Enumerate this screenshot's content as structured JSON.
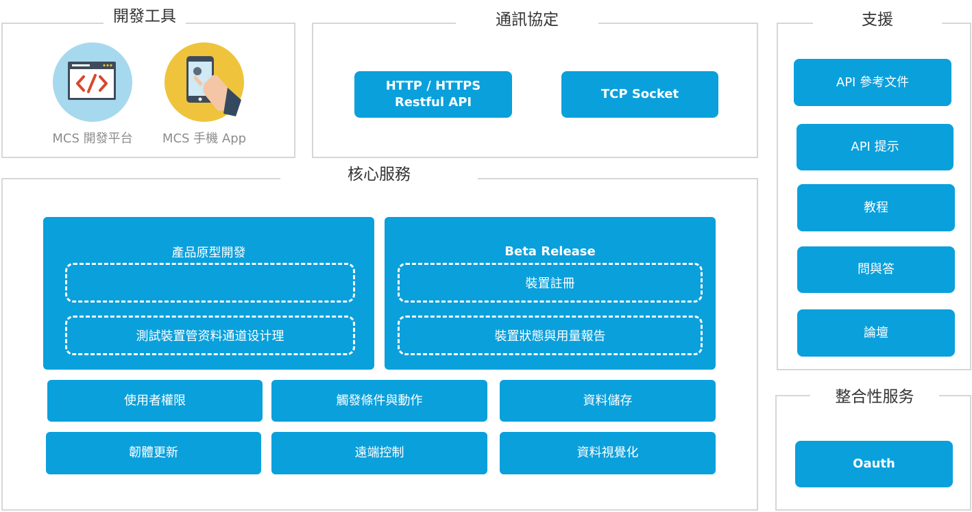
{
  "dev_tools": {
    "title": "開發工具",
    "items": [
      {
        "label": "MCS 開發平台",
        "icon": "code-window-icon"
      },
      {
        "label": "MCS  手機 App",
        "icon": "mobile-app-icon"
      }
    ]
  },
  "protocols": {
    "title": "通訊協定",
    "items": [
      "HTTP / HTTPS Restful API",
      "TCP Socket"
    ]
  },
  "support": {
    "title": "支援",
    "items": [
      "API  參考文件",
      "API  提示",
      "教程",
      "問與答",
      "論壇"
    ]
  },
  "core": {
    "title": "核心服務",
    "prototype": {
      "title": "產品原型開發",
      "slot1": "",
      "slot2": "測試裝置管资料通道设计理"
    },
    "beta": {
      "title": "Beta Release",
      "slot1": "裝置註冊",
      "slot2": "裝置狀態與用量報告"
    },
    "row1": [
      "使用者權限",
      "觸發條件與動作",
      "資料儲存"
    ],
    "row2": [
      "韌體更新",
      "遠端控制",
      "資料視覺化"
    ]
  },
  "integration": {
    "title": "整合性服务",
    "items": [
      "Oauth"
    ]
  },
  "colors": {
    "accent": "#0aa0dc",
    "frame_border": "#d6d6d6",
    "label_gray": "#8c8c8c"
  }
}
